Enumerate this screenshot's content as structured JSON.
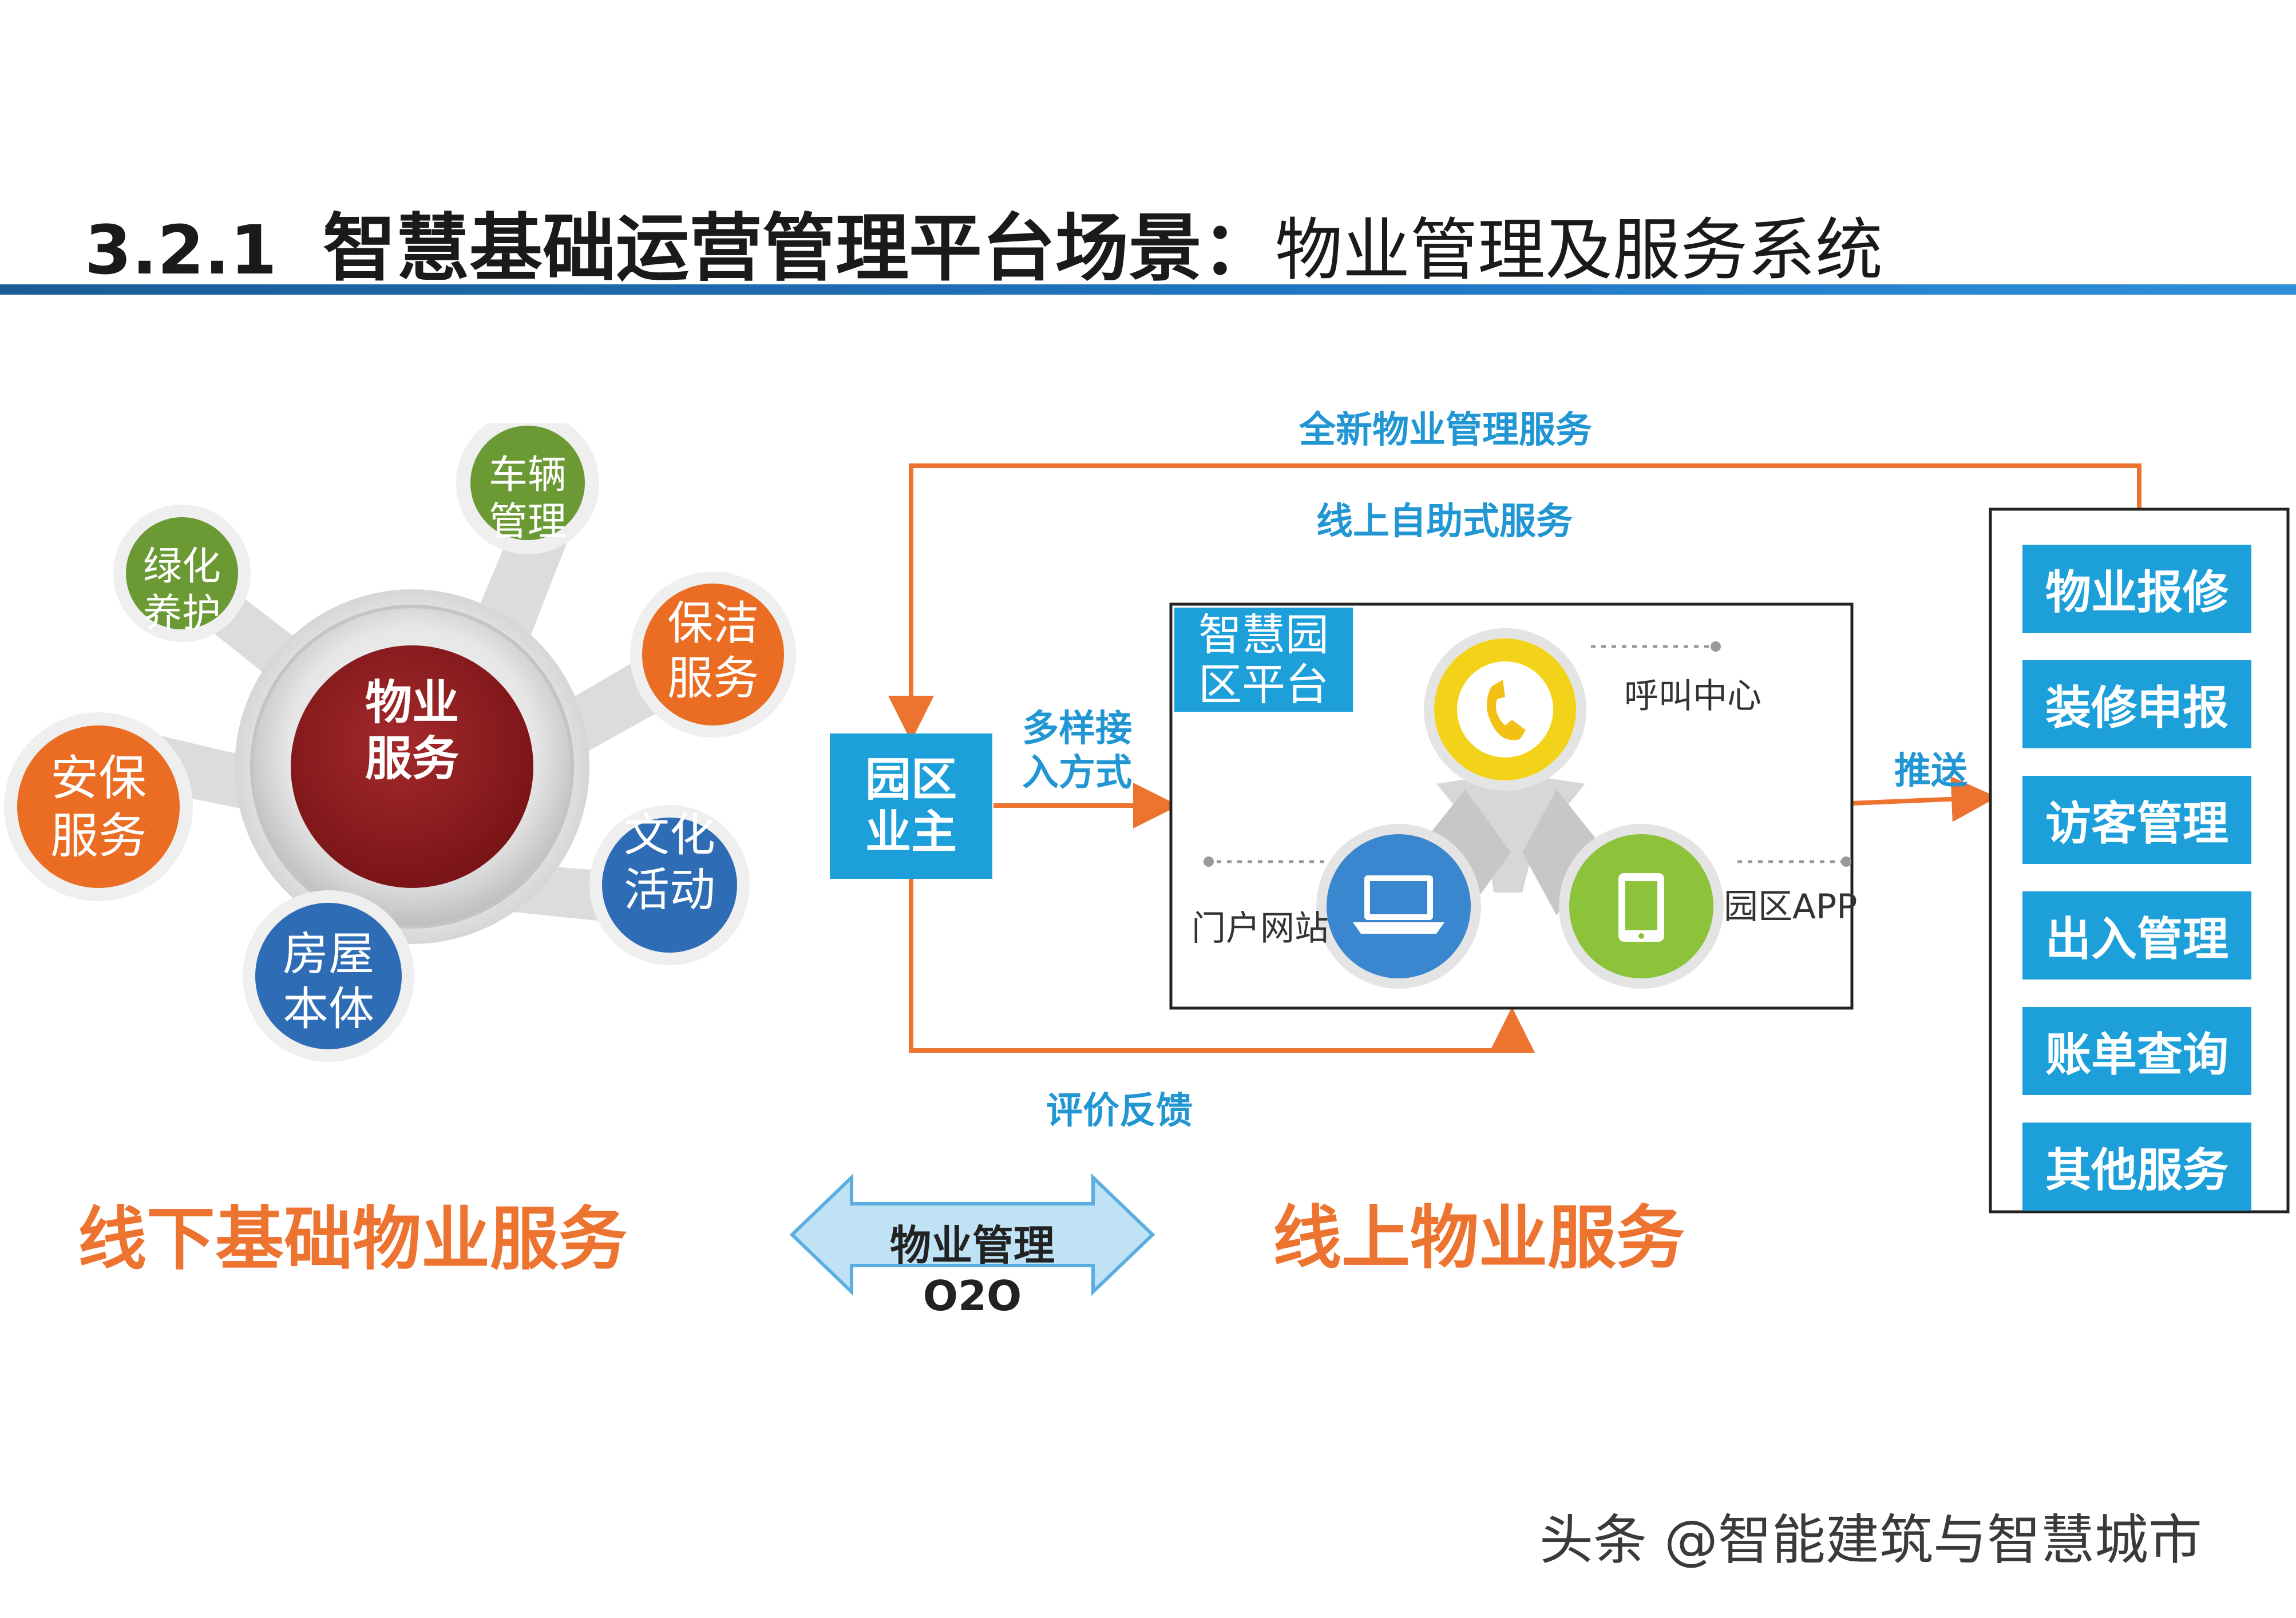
{
  "title": {
    "number": "3.2.1",
    "main": "智慧基础运营管理平台场景：",
    "sub": "物业管理及服务系统"
  },
  "hub": {
    "center": "物业\n服务",
    "satellites": [
      {
        "label": "车辆\n管理",
        "color": "#6b9a35"
      },
      {
        "label": "绿化\n养护",
        "color": "#6b9a35"
      },
      {
        "label": "保洁\n服务",
        "color": "#ea6d23"
      },
      {
        "label": "安保\n服务",
        "color": "#ea6d23"
      },
      {
        "label": "文化\n活动",
        "color": "#2e6cb5"
      },
      {
        "label": "房屋\n本体",
        "color": "#2e6cb5"
      }
    ]
  },
  "flow": {
    "top_label": "全新物业管理服务",
    "self_service_label": "线上自助式服务",
    "owner_box": "园区\n业主",
    "access_label": "多样接\n入方式",
    "platform_title": "智慧园\n区平台",
    "channels": {
      "call_center": "呼叫中心",
      "portal": "门户网站",
      "app": "园区APP"
    },
    "push_label": "推送",
    "feedback_label": "评价反馈"
  },
  "services": [
    "物业报修",
    "装修申报",
    "访客管理",
    "出入管理",
    "账单查询",
    "其他服务"
  ],
  "bottom": {
    "offline": "线下基础物业服务",
    "o2o": "物业管理O2O",
    "online": "线上物业服务"
  },
  "watermark": "头条 @智能建筑与智慧城市",
  "colors": {
    "orange": "#ed7330",
    "blue": "#1d9fd9",
    "dark_red": "#8e1c1f",
    "green": "#6b9a35",
    "navy": "#2e6cb5"
  }
}
